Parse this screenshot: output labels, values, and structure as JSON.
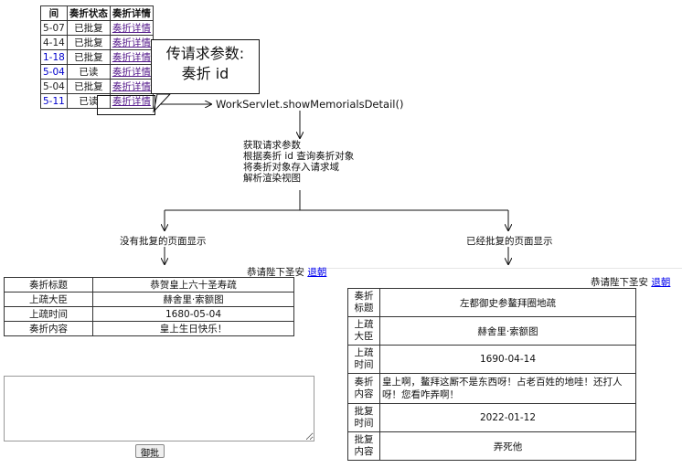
{
  "list_table": {
    "headers": [
      "间",
      "奏折状态",
      "奏折详情"
    ],
    "rows": [
      {
        "time": "5-07",
        "status": "已批复",
        "link": "奏折详情"
      },
      {
        "time": "4-14",
        "status": "已批复",
        "link": "奏折详情"
      },
      {
        "time": "1-18",
        "status": "已批复",
        "link": "奏折详情"
      },
      {
        "time": "5-04",
        "status": "已读",
        "link": "奏折详情"
      },
      {
        "time": "5-04",
        "status": "已批复",
        "link": "奏折详情"
      },
      {
        "time": "5-11",
        "status": "已读",
        "link": "奏折详情"
      }
    ]
  },
  "callout": {
    "line1": "传请求参数:",
    "line2": "奏折 id"
  },
  "servlet_method": "WorkServlet.showMemorialsDetail()",
  "steps": [
    "获取请求参数",
    "根据奏折 id 查询奏折对象",
    "将奏折对象存入请求域",
    "解析渲染视图"
  ],
  "branches": {
    "left": "没有批复的页面显示",
    "right": "已经批复的页面显示"
  },
  "greeting": {
    "text": "恭请陛下圣安",
    "link": "退朝"
  },
  "unreplied_detail": [
    {
      "key": "奏折标题",
      "value": "恭贺皇上六十圣寿疏"
    },
    {
      "key": "上疏大臣",
      "value": "赫舍里·索额图"
    },
    {
      "key": "上疏时间",
      "value": "1680-05-04"
    },
    {
      "key": "奏折内容",
      "value": "皇上生日快乐！"
    }
  ],
  "replied_detail": [
    {
      "key": "奏折标题",
      "value": "左都御史参鳌拜圈地疏"
    },
    {
      "key": "上疏大臣",
      "value": "赫舍里·索额图"
    },
    {
      "key": "上疏时间",
      "value": "1690-04-14"
    },
    {
      "key": "奏折内容",
      "value": "皇上啊，鳌拜这厮不是东西呀！占老百姓的地哇！还打人呀！您看咋弄啊！"
    },
    {
      "key": "批复时间",
      "value": "2022-01-12"
    },
    {
      "key": "批复内容",
      "value": "弄死他"
    }
  ],
  "reply_button": "御批"
}
